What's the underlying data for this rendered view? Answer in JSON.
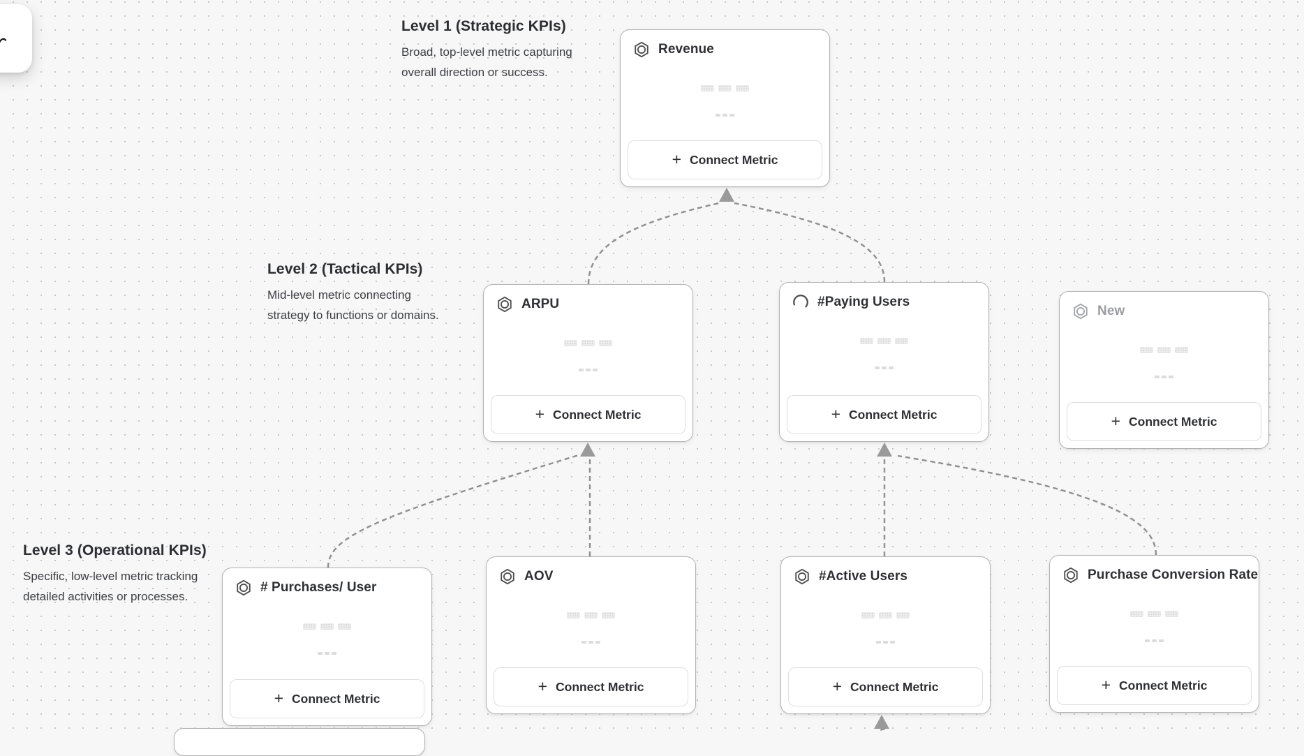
{
  "canvas": {
    "background": "#f7f7f7",
    "dot_color": "#c6c6c6"
  },
  "palette": {
    "card_border": "#b3b3b3",
    "connector": "#8f8f8f",
    "title_text": "#2f3033",
    "muted_text": "#9b9da1"
  },
  "labels": {
    "connect_metric": "Connect Metric",
    "plus": "+"
  },
  "levels": [
    {
      "title": "Level 1 (Strategic KPIs)",
      "lines": [
        "Broad, top-level metric capturing",
        "overall direction or success."
      ]
    },
    {
      "title": "Level 2 (Tactical KPIs)",
      "lines": [
        "Mid-level metric connecting",
        "strategy to functions or domains."
      ]
    },
    {
      "title": "Level 3 (Operational KPIs)",
      "lines": [
        "Specific, low-level metric tracking",
        "detailed activities or processes."
      ]
    }
  ],
  "cards": {
    "revenue": {
      "title": "Revenue",
      "icon": "metric-hexagon",
      "state": "default",
      "level": 1
    },
    "arpu": {
      "title": "ARPU",
      "icon": "metric-hexagon",
      "state": "default",
      "level": 2
    },
    "paying": {
      "title": "#Paying Users",
      "icon": "loading-spinner",
      "state": "loading",
      "level": 2
    },
    "new_card": {
      "title": "New",
      "icon": "metric-hexagon",
      "state": "draft",
      "level": 2
    },
    "purchases": {
      "title": "# Purchases/ User",
      "icon": "metric-hexagon",
      "state": "default",
      "level": 3
    },
    "aov": {
      "title": "AOV",
      "icon": "metric-hexagon",
      "state": "default",
      "level": 3
    },
    "active": {
      "title": "#Active Users",
      "icon": "metric-hexagon",
      "state": "default",
      "level": 3
    },
    "pcr": {
      "title": "Purchase Conversion Rate",
      "icon": "metric-hexagon",
      "state": "default",
      "level": 3
    }
  }
}
